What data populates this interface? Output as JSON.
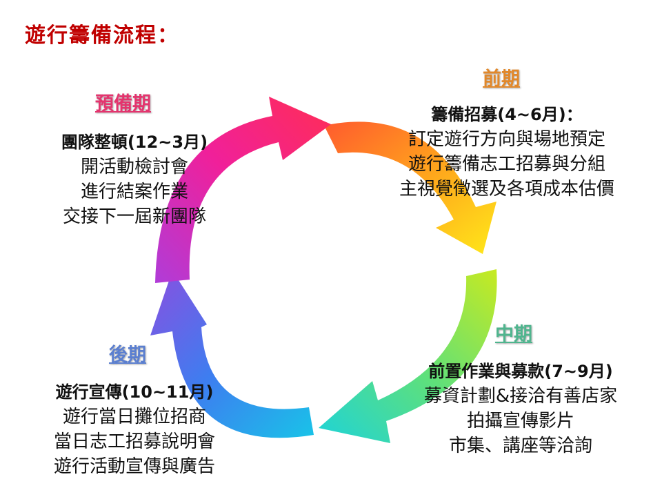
{
  "title": "遊行籌備流程：",
  "phases": {
    "prep": {
      "label": "預備期",
      "heading": "團隊整頓(12~3月)",
      "items": [
        "開活動檢討會",
        "進行結案作業",
        "交接下一屆新團隊"
      ],
      "color": "#e4346e"
    },
    "early": {
      "label": "前期",
      "heading": "籌備招募(4~6月)：",
      "items": [
        "訂定遊行方向與場地預定",
        "遊行籌備志工招募與分組",
        "主視覺徵選及各項成本估價"
      ],
      "color": "#e2882a"
    },
    "mid": {
      "label": "中期",
      "heading": "前置作業與募款(7~9月)",
      "items": [
        "募資計劃&接洽有善店家",
        "拍攝宣傳影片",
        "市集、講座等洽詢"
      ],
      "color": "#4fb58e"
    },
    "late": {
      "label": "後期",
      "heading": "遊行宣傳(10~11月)",
      "items": [
        "遊行當日攤位招商",
        "當日志工招募說明會",
        "遊行活動宣傳與廣告"
      ],
      "color": "#5b7fd0"
    }
  },
  "arrow_colors": [
    "#ff2d7a",
    "#ff9a1f",
    "#ffe81a",
    "#9be23a",
    "#1ed3d8",
    "#4a6ee8",
    "#b44be0"
  ]
}
